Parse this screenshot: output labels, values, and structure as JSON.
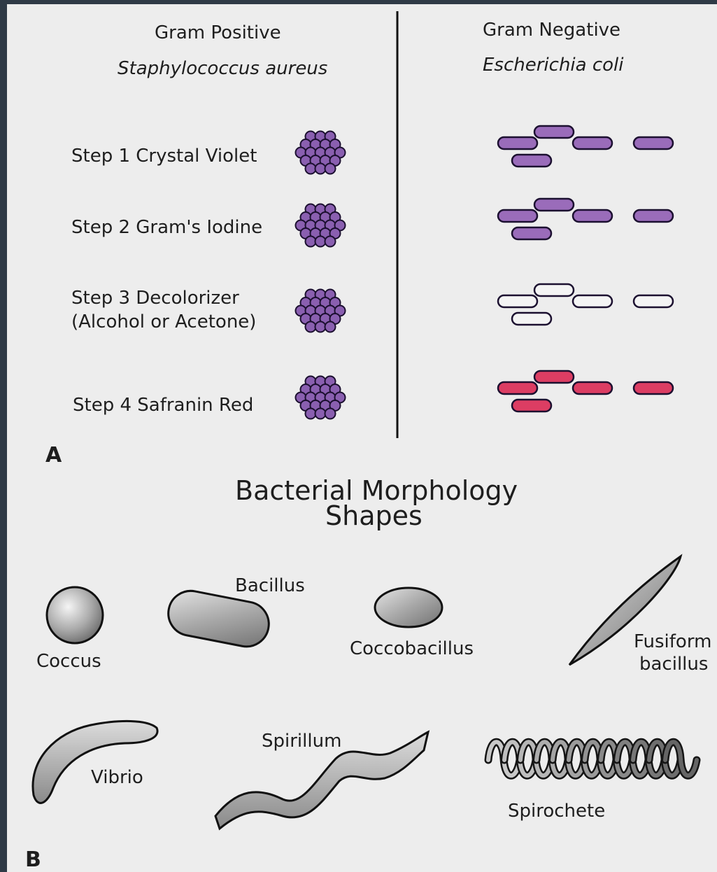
{
  "panel_a": {
    "letter": "A",
    "left": {
      "heading": "Gram Positive",
      "organism": "Staphylococcus aureus"
    },
    "right": {
      "heading": "Gram Negative",
      "organism": "Escherichia coli"
    },
    "steps": [
      {
        "label": "Step 1 Crystal Violet",
        "gram_pos_color": "#8a5fb0",
        "gram_neg_color": "#9a6cba"
      },
      {
        "label": "Step 2  Gram's Iodine",
        "gram_pos_color": "#8a5fb0",
        "gram_neg_color": "#9a6cba"
      },
      {
        "label_line1": "Step 3  Decolorizer",
        "label_line2": "(Alcohol or Acetone)",
        "gram_pos_color": "#8a5fb0",
        "gram_neg_color": "#f4f4f4"
      },
      {
        "label": "Step 4  Safranin Red",
        "gram_pos_color": "#8a5fb0",
        "gram_neg_color": "#dc3d63"
      }
    ]
  },
  "panel_b": {
    "letter": "B",
    "title_line1": "Bacterial Morphology",
    "title_line2": "Shapes",
    "shapes": {
      "coccus": "Coccus",
      "bacillus": "Bacillus",
      "coccobacillus": "Coccobacillus",
      "fusiform_line1": "Fusiform",
      "fusiform_line2": "bacillus",
      "vibrio": "Vibrio",
      "spirillum": "Spirillum",
      "spirochete": "Spirochete"
    }
  }
}
